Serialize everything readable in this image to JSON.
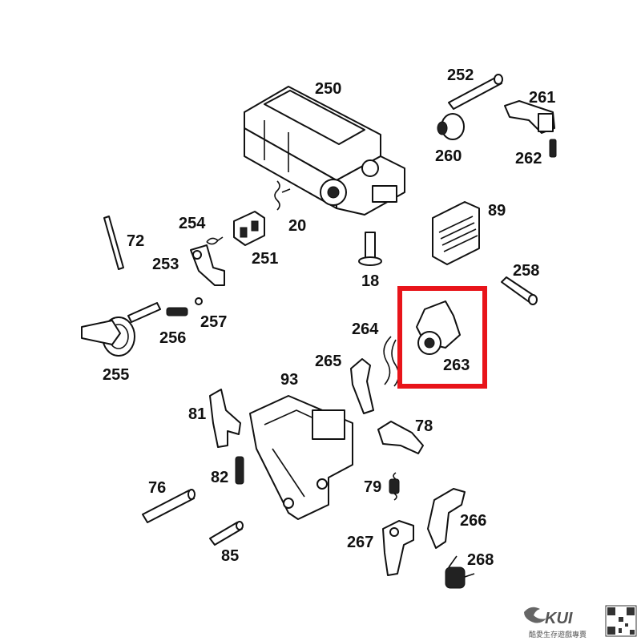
{
  "labels": {
    "p250": "250",
    "p252": "252",
    "p261": "261",
    "p260": "260",
    "p262": "262",
    "p20": "20",
    "p254": "254",
    "p72": "72",
    "p253": "253",
    "p251": "251",
    "p89": "89",
    "p18": "18",
    "p258": "258",
    "p257": "257",
    "p256": "256",
    "p255": "255",
    "p264": "264",
    "p263": "263",
    "p265": "265",
    "p93": "93",
    "p81": "81",
    "p78": "78",
    "p82": "82",
    "p76": "76",
    "p79": "79",
    "p266": "266",
    "p267": "267",
    "p85": "85",
    "p268": "268"
  },
  "highlight": {
    "part": "263",
    "color": "#e8141a"
  },
  "watermark": {
    "brand": "KUI",
    "tagline": "酷愛生存遊戲專賣"
  }
}
